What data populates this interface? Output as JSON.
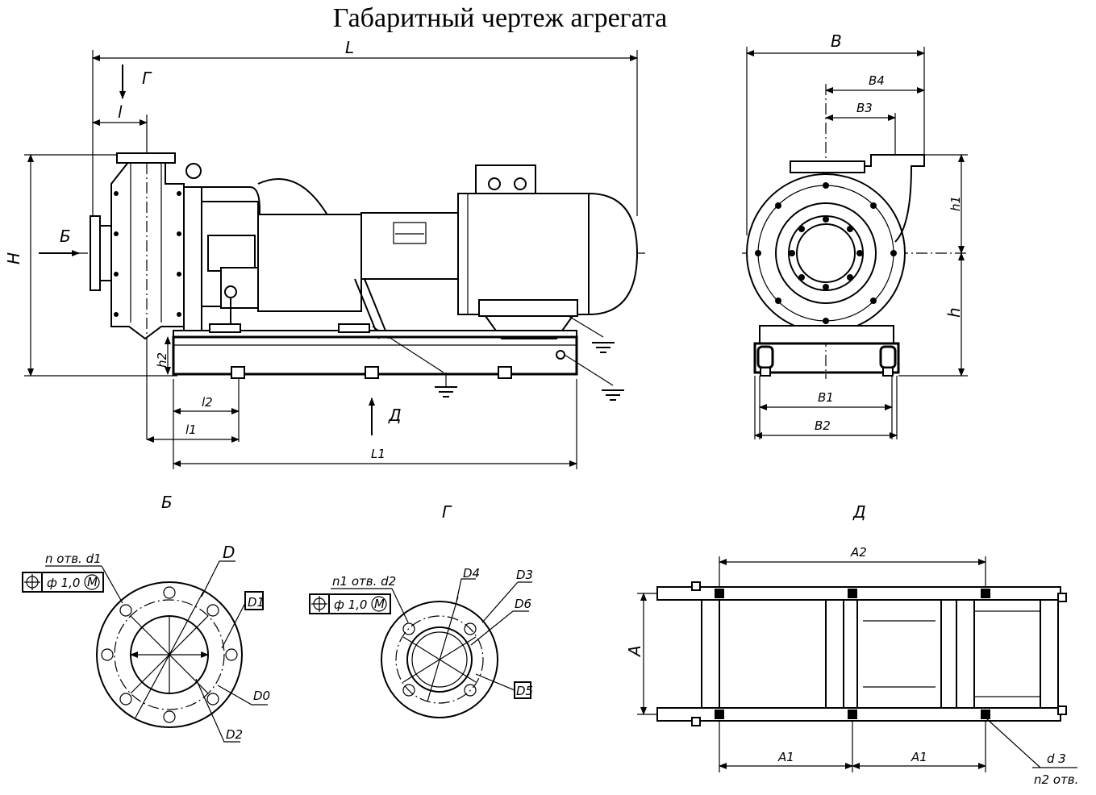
{
  "title": "Габаритный чертеж агрегата",
  "side_view": {
    "L": "L",
    "l": "l",
    "G_arrow": "Г",
    "B_arrow": "Б",
    "H": "H",
    "h2": "h2",
    "l2": "l2",
    "l1": "l1",
    "D_arrow": "Д",
    "L1": "L1"
  },
  "front_view": {
    "B": "B",
    "B4": "B4",
    "B3": "B3",
    "h1": "h1",
    "h": "h",
    "B1": "B1",
    "B2": "B2"
  },
  "view_b": {
    "caption": "Б",
    "holes_label": "n отв. d1",
    "tolerance": "ф 1,0",
    "modifier": "M",
    "D": "D",
    "D1": "D1",
    "D0": "D0",
    "D2": "D2"
  },
  "view_g": {
    "caption": "Г",
    "holes_label": "n1 отв. d2",
    "tolerance": "ф 1,0",
    "modifier": "M",
    "D4": "D4",
    "D3": "D3",
    "D6": "D6",
    "D5": "D5"
  },
  "view_d": {
    "caption": "Д",
    "A2": "A2",
    "A": "A",
    "A1_left": "A1",
    "A1_right": "A1",
    "d3": "d 3",
    "n2": "n2 отв."
  }
}
